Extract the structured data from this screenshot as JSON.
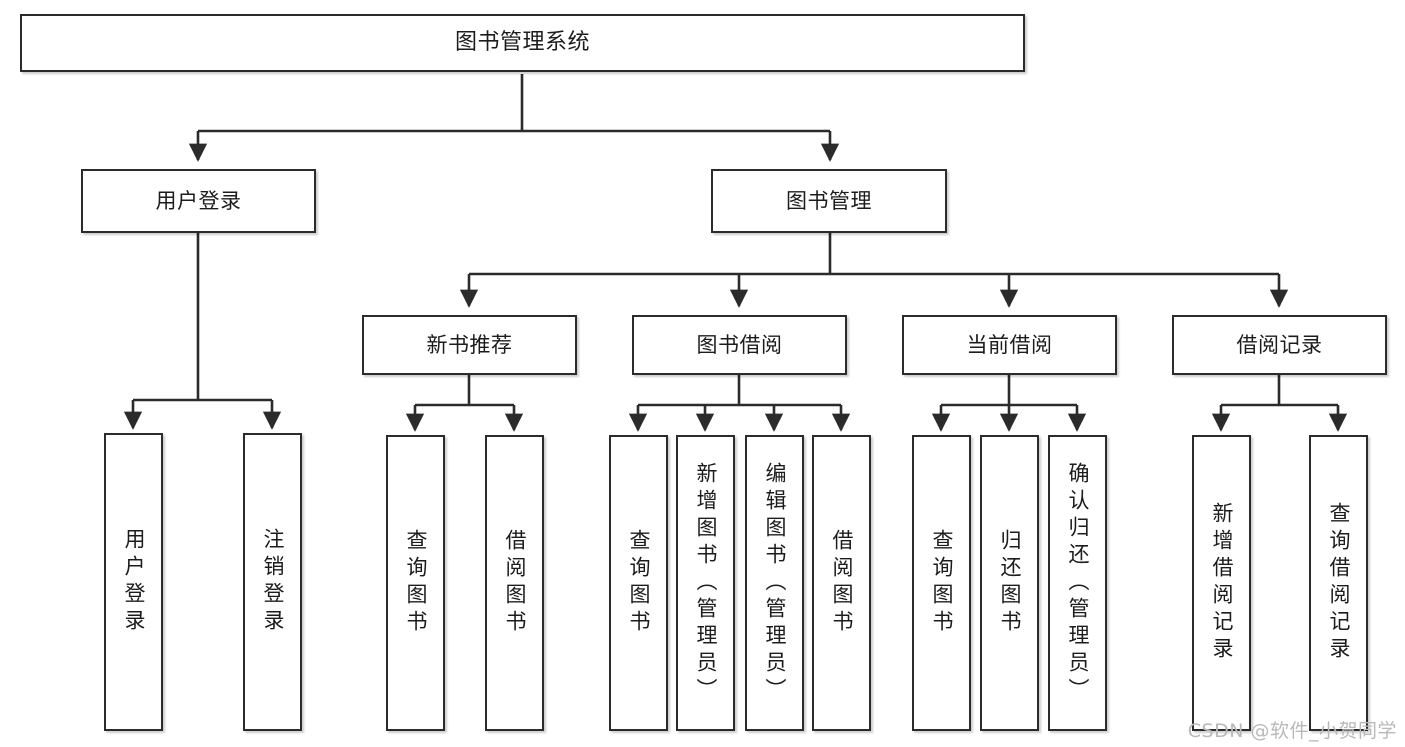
{
  "diagram": {
    "title": "图书管理系统",
    "type": "tree",
    "orientation": "top-down",
    "colors": {
      "box_border": "#2b2b2b",
      "box_fill": "#ffffff",
      "edge": "#2b2b2b",
      "text": "#1c1c1c",
      "watermark": "#b9b9b9"
    }
  },
  "nodes": {
    "root": {
      "label": "图书管理系统",
      "level": 0
    },
    "level1": [
      {
        "id": "user-login",
        "label": "用户登录"
      },
      {
        "id": "book-manage",
        "label": "图书管理"
      }
    ],
    "level2": [
      {
        "id": "new-book-recommend",
        "label": "新书推荐",
        "parent": "book-manage"
      },
      {
        "id": "book-borrow",
        "label": "图书借阅",
        "parent": "book-manage"
      },
      {
        "id": "current-borrow",
        "label": "当前借阅",
        "parent": "book-manage"
      },
      {
        "id": "borrow-record",
        "label": "借阅记录",
        "parent": "book-manage"
      }
    ],
    "leaves": [
      {
        "id": "leaf-user-login",
        "label": "用户登录",
        "parent": "user-login"
      },
      {
        "id": "leaf-logout-login",
        "label": "注销登录",
        "parent": "user-login"
      },
      {
        "id": "leaf-query-book-1",
        "label": "查询图书",
        "parent": "new-book-recommend"
      },
      {
        "id": "leaf-borrow-book-1",
        "label": "借阅图书",
        "parent": "new-book-recommend"
      },
      {
        "id": "leaf-query-book-2",
        "label": "查询图书",
        "parent": "book-borrow"
      },
      {
        "id": "leaf-add-book",
        "label": "新增图书（管理员）",
        "parent": "book-borrow"
      },
      {
        "id": "leaf-edit-book",
        "label": "编辑图书（管理员）",
        "parent": "book-borrow"
      },
      {
        "id": "leaf-borrow-book-2",
        "label": "借阅图书",
        "parent": "book-borrow"
      },
      {
        "id": "leaf-query-book-3",
        "label": "查询图书",
        "parent": "current-borrow"
      },
      {
        "id": "leaf-return-book",
        "label": "归还图书",
        "parent": "current-borrow"
      },
      {
        "id": "leaf-confirm-return",
        "label": "确认归还（管理员）",
        "parent": "current-borrow"
      },
      {
        "id": "leaf-add-record",
        "label": "新增借阅记录",
        "parent": "borrow-record"
      },
      {
        "id": "leaf-query-record",
        "label": "查询借阅记录",
        "parent": "borrow-record"
      }
    ]
  },
  "watermark": {
    "text": "CSDN @软件_小贺同学"
  }
}
